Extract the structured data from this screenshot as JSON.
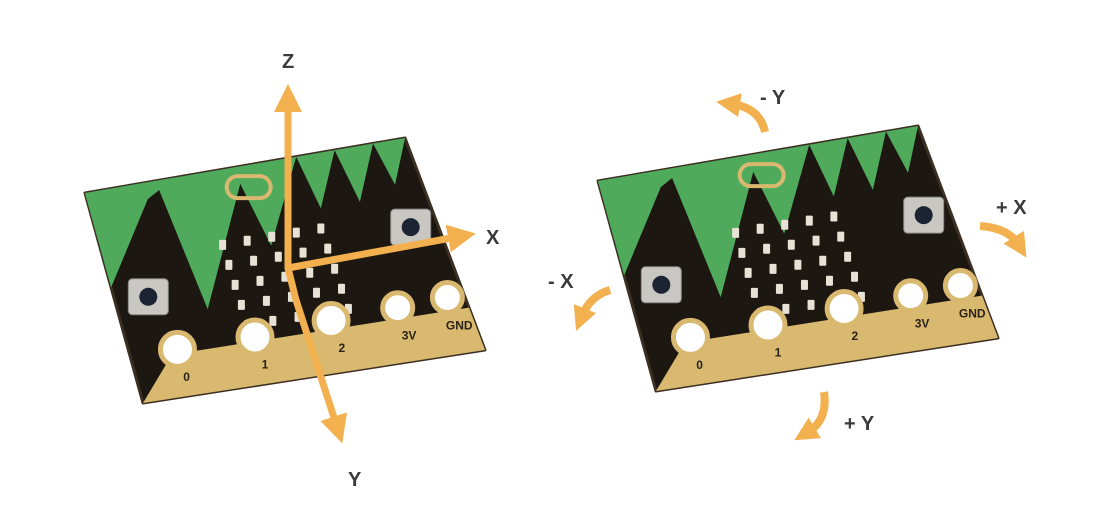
{
  "colors": {
    "arrow": "#F3B04E",
    "board": "#1d1712",
    "green": "#4faa5c",
    "gold": "#d9b870",
    "label": "#3a3a3a"
  },
  "left_diagram": {
    "axes": {
      "z": "Z",
      "x": "X",
      "y": "Y"
    }
  },
  "right_diagram": {
    "rotations": {
      "neg_y": "- Y",
      "pos_x": "+ X",
      "neg_x": "- X",
      "pos_y": "+ Y"
    }
  },
  "board": {
    "pins": [
      "0",
      "1",
      "2",
      "3V",
      "GND"
    ],
    "led_rows": 5,
    "led_cols": 5
  }
}
